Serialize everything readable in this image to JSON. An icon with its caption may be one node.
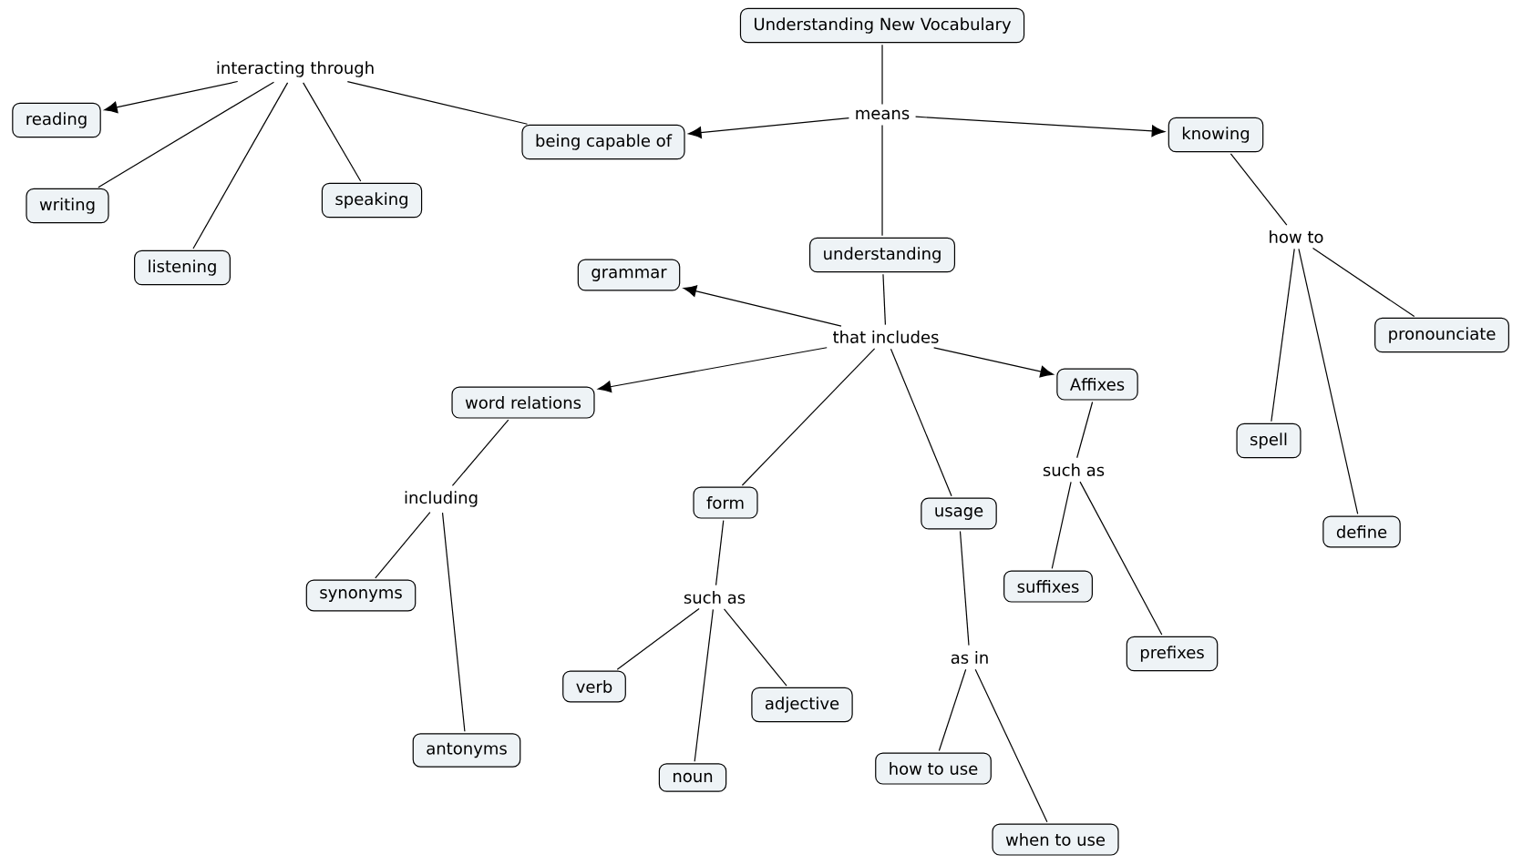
{
  "diagram": {
    "nodes": [
      {
        "text": [
          "Understanding New Vocabulary"
        ]
      },
      {
        "text": [
          "means"
        ]
      },
      {
        "text": [
          "being capable of"
        ]
      },
      {
        "text": [
          "knowing"
        ]
      },
      {
        "text": [
          "understanding"
        ]
      },
      {
        "text": [
          "interacting through"
        ]
      },
      {
        "text": [
          "reading"
        ]
      },
      {
        "text": [
          "writing"
        ]
      },
      {
        "text": [
          "speaking"
        ]
      },
      {
        "text": [
          "listening"
        ]
      },
      {
        "text": [
          "how to"
        ]
      },
      {
        "text": [
          "pronounciate"
        ]
      },
      {
        "text": [
          "spell"
        ]
      },
      {
        "text": [
          "define"
        ]
      },
      {
        "text": [
          "that includes"
        ]
      },
      {
        "text": [
          "grammar"
        ]
      },
      {
        "text": [
          "word relations"
        ]
      },
      {
        "text": [
          "Affixes"
        ]
      },
      {
        "text": [
          "form"
        ]
      },
      {
        "text": [
          "usage"
        ]
      },
      {
        "text": [
          "including"
        ]
      },
      {
        "text": [
          "synonyms"
        ]
      },
      {
        "text": [
          "antonyms"
        ]
      },
      {
        "text": [
          "such as"
        ]
      },
      {
        "text": [
          "verb"
        ]
      },
      {
        "text": [
          "noun"
        ]
      },
      {
        "text": [
          "adjective"
        ]
      },
      {
        "text": [
          "as in"
        ]
      },
      {
        "text": [
          "how to use"
        ]
      },
      {
        "text": [
          "when to use"
        ]
      },
      {
        "text": [
          "such as"
        ]
      },
      {
        "text": [
          "suffixes"
        ]
      },
      {
        "text": [
          "prefixes"
        ]
      }
    ],
    "edges": [
      {
        "from": 0,
        "to": 1,
        "arrow": "none"
      },
      {
        "from": 1,
        "to": 2,
        "arrow": "to"
      },
      {
        "from": 1,
        "to": 3,
        "arrow": "to"
      },
      {
        "from": 1,
        "to": 4,
        "arrow": "none"
      },
      {
        "from": 2,
        "to": 5,
        "arrow": "none"
      },
      {
        "from": 5,
        "to": 6,
        "arrow": "to"
      },
      {
        "from": 5,
        "to": 7,
        "arrow": "none"
      },
      {
        "from": 5,
        "to": 9,
        "arrow": "none"
      },
      {
        "from": 5,
        "to": 8,
        "arrow": "none"
      },
      {
        "from": 3,
        "to": 10,
        "arrow": "none"
      },
      {
        "from": 10,
        "to": 11,
        "arrow": "none"
      },
      {
        "from": 10,
        "to": 12,
        "arrow": "none"
      },
      {
        "from": 10,
        "to": 13,
        "arrow": "none"
      },
      {
        "from": 4,
        "to": 14,
        "arrow": "none"
      },
      {
        "from": 14,
        "to": 15,
        "arrow": "to"
      },
      {
        "from": 14,
        "to": 16,
        "arrow": "to"
      },
      {
        "from": 14,
        "to": 17,
        "arrow": "to"
      },
      {
        "from": 14,
        "to": 18,
        "arrow": "none"
      },
      {
        "from": 14,
        "to": 19,
        "arrow": "none"
      },
      {
        "from": 16,
        "to": 20,
        "arrow": "none"
      },
      {
        "from": 20,
        "to": 21,
        "arrow": "none"
      },
      {
        "from": 20,
        "to": 22,
        "arrow": "none"
      },
      {
        "from": 18,
        "to": 23,
        "arrow": "none"
      },
      {
        "from": 23,
        "to": 24,
        "arrow": "none"
      },
      {
        "from": 23,
        "to": 25,
        "arrow": "none"
      },
      {
        "from": 23,
        "to": 26,
        "arrow": "none"
      },
      {
        "from": 19,
        "to": 27,
        "arrow": "none"
      },
      {
        "from": 27,
        "to": 28,
        "arrow": "none"
      },
      {
        "from": 27,
        "to": 29,
        "arrow": "none"
      },
      {
        "from": 17,
        "to": 30,
        "arrow": "none"
      },
      {
        "from": 30,
        "to": 31,
        "arrow": "none"
      },
      {
        "from": 30,
        "to": 32,
        "arrow": "none"
      }
    ]
  }
}
